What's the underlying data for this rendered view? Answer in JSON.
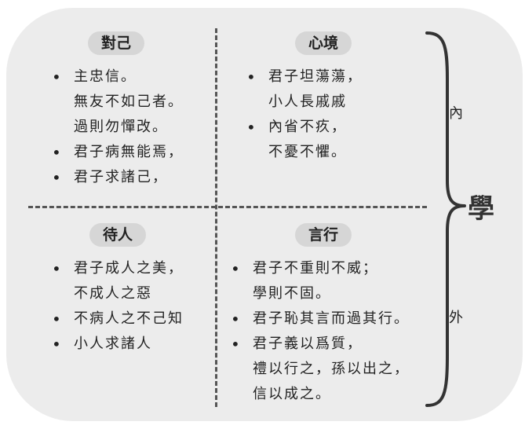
{
  "quadrants": {
    "self": {
      "title": "對己",
      "items": [
        [
          "主忠信。",
          "無友不如己者。",
          "過則勿憚改。"
        ],
        [
          "君子病無能焉，"
        ],
        [
          "君子求諸己，"
        ]
      ]
    },
    "mind": {
      "title": "心境",
      "items": [
        [
          "君子坦蕩蕩，",
          "小人長戚戚"
        ],
        [
          "內省不疚，",
          "不憂不懼。"
        ]
      ]
    },
    "others": {
      "title": "待人",
      "items": [
        [
          "君子成人之美，",
          "不成人之惡"
        ],
        [
          "不病人之不己知"
        ],
        [
          "小人求諸人"
        ]
      ]
    },
    "conduct": {
      "title": "言行",
      "items": [
        [
          "君子不重則不威；",
          "學則不固。"
        ],
        [
          "君子恥其言而過其行。"
        ],
        [
          "君子義以爲質，",
          "禮以行之，孫以出之，",
          "信以成之。"
        ]
      ]
    }
  },
  "labels": {
    "inner": "內",
    "outer": "外",
    "learning": "學"
  }
}
